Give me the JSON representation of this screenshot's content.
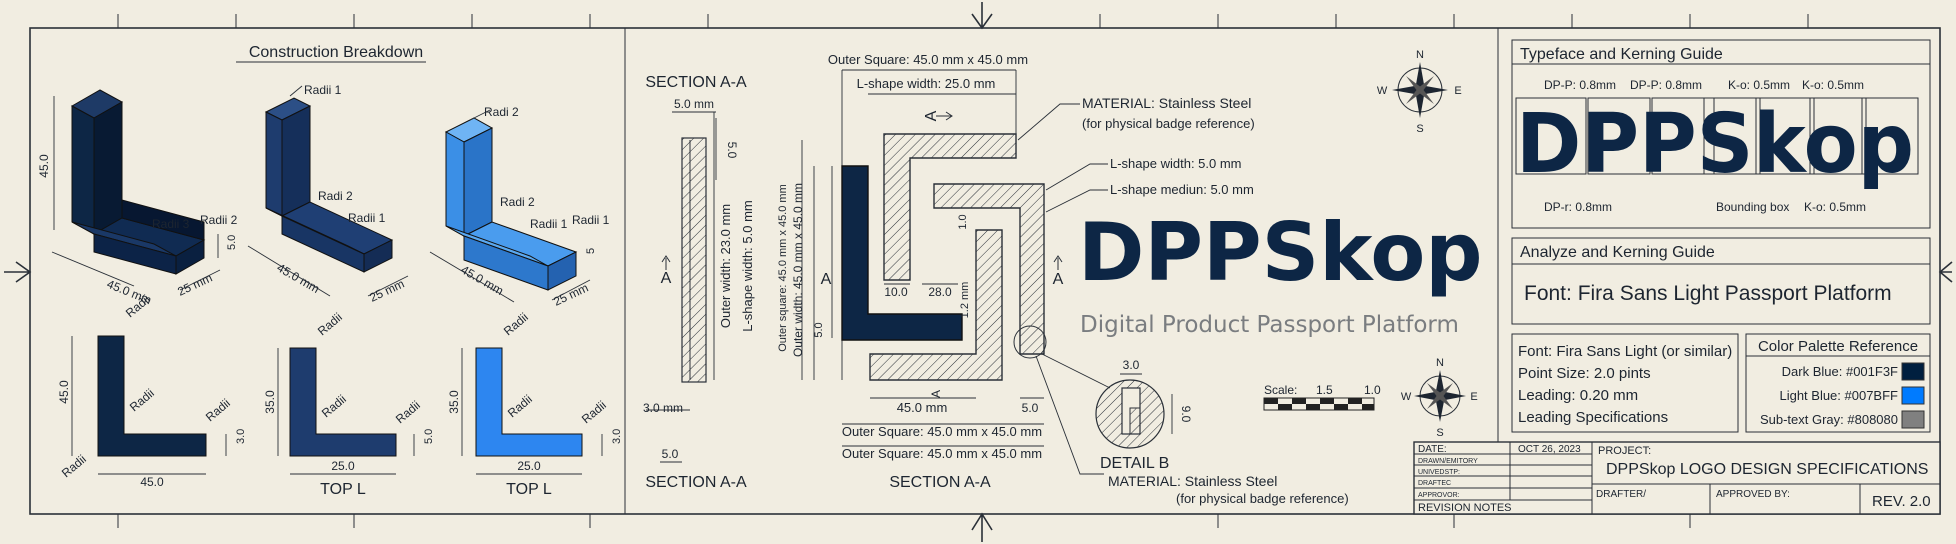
{
  "construction": {
    "title": "Construction Breakdown",
    "iso1": {
      "radii3": "Radii 3",
      "radii2": "Radii 2",
      "height": "45.0",
      "w": "45.0 mm",
      "d": "25 mm",
      "t": "5.0"
    },
    "iso2": {
      "radii1a": "Radii 1",
      "radii2": "Radi 2",
      "radii1b": "Radii 1",
      "w": "45.0 mm",
      "d": "25 mm"
    },
    "iso3": {
      "radi2a": "Radi 2",
      "radi2b": "Radi 2",
      "radii1a": "Radii 1",
      "radii1b": "Radii 1",
      "w": "45.0 mm",
      "d": "25 mm",
      "t": "5"
    },
    "flat1": {
      "radii": "Radii",
      "height": "45.0",
      "w": "45.0",
      "t": "3.0"
    },
    "flat2": {
      "radii": "Radii",
      "height": "35.0",
      "w": "25.0",
      "t": "5.0",
      "label": "TOP L"
    },
    "flat3": {
      "radii": "Radii",
      "height": "35.0",
      "w": "25.0",
      "t": "3.0",
      "label": "TOP L"
    }
  },
  "section": {
    "title_top": "SECTION A-A",
    "title_bottom": "SECTION A-A",
    "dim_top": "5.0 mm",
    "dim_side": "5.0",
    "outer_width": "Outer width: 23.0 mm",
    "lshape_width": "L-shape width: 5.0 mm",
    "dim_bottom": "3.0 mm",
    "dim_bottom2": "5.0",
    "arrow_label": "A"
  },
  "main": {
    "outer_square_top": "Outer Square: 45.0 mm x 45.0 mm",
    "lshape_width_top": "L-shape width: 25.0 mm",
    "material": "MATERIAL: Stainless Steel",
    "material_sub": "(for physical badge reference)",
    "lshape_width": "L-shape width: 5.0 mm",
    "lshape_medium": "L-shape mediun: 5.0 mm",
    "outer_square_left": "Outer square: 45.0 mm x 45.0 mm",
    "outer_width_left": "Outer width: 45.0 mm x 45.0 mm",
    "d_10": "10.0",
    "d_28": "28.0",
    "d_12": "1.2 mm",
    "d_1": "1.0",
    "d_5": "5.0",
    "d_45": "45.0 mm",
    "d_5b": "5.0",
    "outer_square_b1": "Outer Square: 45.0 mm x 45.0 mm",
    "outer_square_b2": "Outer Square: 45.0 mm x 45.0 mm",
    "title_bottom": "SECTION A-A",
    "arrow_label": "A"
  },
  "logo": {
    "wordmark": "DPPSkop",
    "tagline": "Digital Product Passport Platform",
    "color": "#0d2645"
  },
  "detail": {
    "label": "DETAIL B",
    "d3": "3.0",
    "d9": "9.0",
    "material": "MATERIAL: Stainless Steel",
    "material_sub": "(for physical badge reference)"
  },
  "scale": {
    "label": "Scale:",
    "v1": "1.5",
    "v2": "1.0"
  },
  "compass": {
    "n": "N",
    "s": "S",
    "e": "E",
    "w": "W"
  },
  "typeface": {
    "title": "Typeface and Kerning Guide",
    "k1": "DP-P: 0.8mm",
    "k2": "DP-P: 0.8mm",
    "k3": "K-o: 0.5mm",
    "k4": "K-o: 0.5mm",
    "word": "DPPSkop",
    "b1": "DP-r: 0.8mm",
    "b2": "Bounding box",
    "b3": "K-o: 0.5mm"
  },
  "analyze": {
    "title": "Analyze and Kerning Guide",
    "font": "Font: Fira Sans Light Passport Platform"
  },
  "specs": {
    "l1": "Font: Fira Sans Light (or similar)",
    "l2": "Point Size: 2.0 pints",
    "l3": "Leading: 0.20 mm",
    "l4": "Leading Specifications"
  },
  "palette": {
    "title": "Color Palette Reference",
    "c1": "Dark Blue: #001F3F",
    "c2": "Light Blue: #007BFF",
    "c3": "Sub-text Gray: #808080",
    "hex1": "#001F3F",
    "hex2": "#007BFF",
    "hex3": "#808080"
  },
  "titleblock": {
    "date_label": "DATE:",
    "date": "OCT 26, 2023",
    "r1": "DRAWN/EMITORY",
    "r2": "UNIVEDSTP:",
    "r3": "DRAFTEC",
    "r4": "APPROVOR:",
    "revnotes": "REVISION NOTES",
    "project_label": "PROJECT:",
    "project": "DPPSkop LOGO DESIGN SPECIFICATIONS",
    "drafter": "DRAFTER/",
    "approved": "APPROVED BY:",
    "rev": "REV. 2.0"
  },
  "colors": {
    "dark": "#0d2645",
    "mid": "#1e3c6e",
    "light": "#3b8fe6",
    "bright": "#2d86f0",
    "paper": "#f1ede1"
  }
}
